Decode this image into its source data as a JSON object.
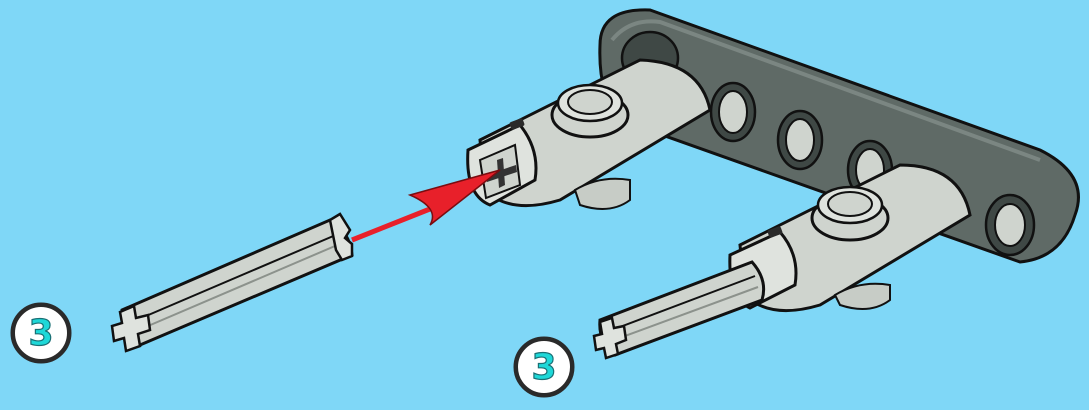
{
  "colors": {
    "background": "#7fd7f7",
    "part_light_gray": "#cfd4ce",
    "part_dark_gray": "#5f6a66",
    "outline": "#111111",
    "arrow": "#e8202a",
    "badge_fill": "#ffffff",
    "badge_text": "#1ed8d8"
  },
  "badges": {
    "left_quantity": "3",
    "right_quantity": "3"
  },
  "icons": {
    "part_arrow": "red-insert-arrow",
    "part_beam": "dark-gray-liftarm-beam",
    "part_connectors": "light-gray-axle-pin-connectors",
    "part_axle": "light-gray-cross-axle"
  }
}
